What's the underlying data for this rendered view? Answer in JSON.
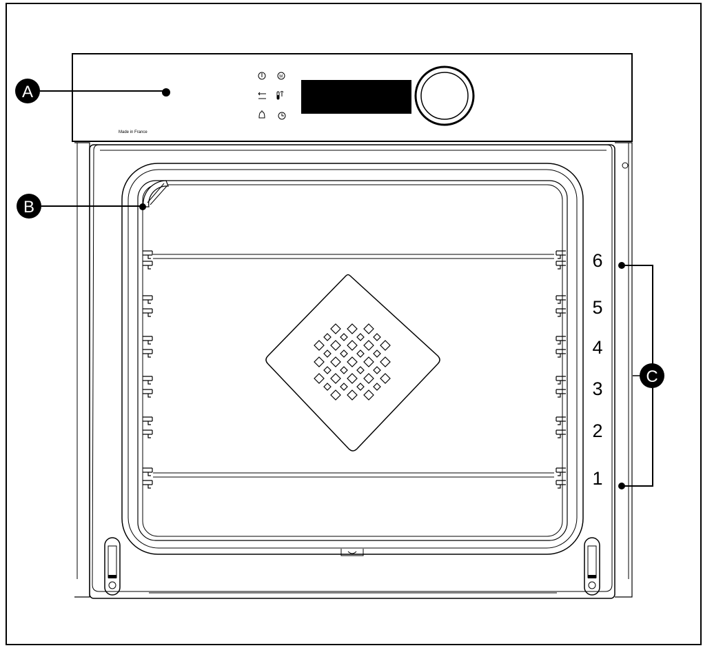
{
  "control_panel": {
    "made_in_label": "Made in France",
    "display_value": "",
    "buttons": [
      {
        "name": "power-icon"
      },
      {
        "name": "menu-icon"
      },
      {
        "name": "back-icon"
      },
      {
        "name": "temperature-icon"
      },
      {
        "name": "bell-icon"
      },
      {
        "name": "clock-icon"
      }
    ]
  },
  "callouts": {
    "a": "A",
    "b": "B",
    "c": "C"
  },
  "shelf_levels": [
    "6",
    "5",
    "4",
    "3",
    "2",
    "1"
  ]
}
